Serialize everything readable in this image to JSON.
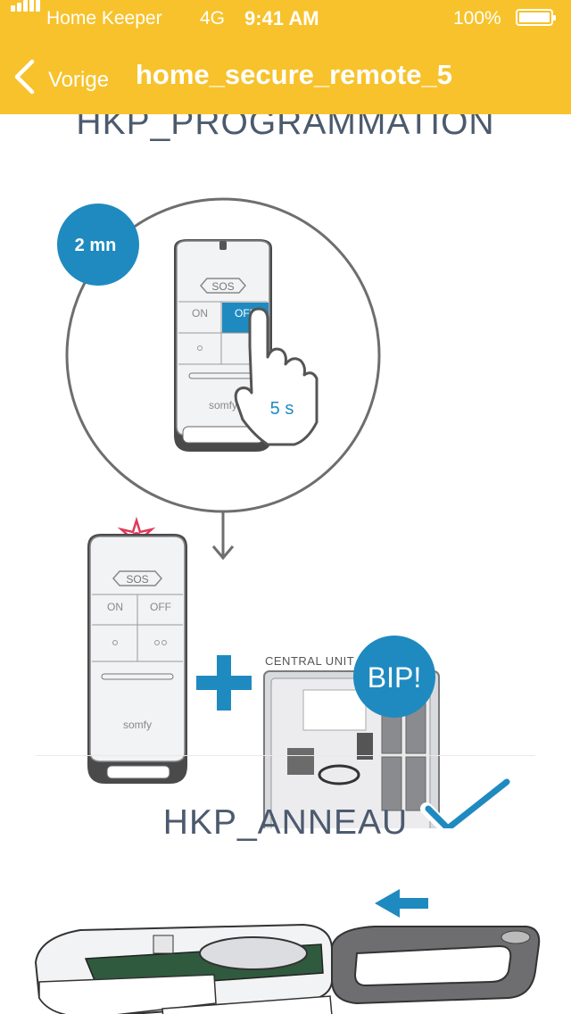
{
  "status_bar": {
    "carrier": "Home Keeper",
    "network": "4G",
    "time": "9:41 AM",
    "battery": "100%"
  },
  "nav": {
    "back_label": "Vorige",
    "title": "home_secure_remote_5"
  },
  "section1": {
    "title": "HKP_PROGRAMMATION",
    "badge": "2 mn",
    "hold_time": "5 s",
    "remote_buttons": {
      "sos": "SOS",
      "on": "ON",
      "off": "OFF"
    },
    "brand": "somfy",
    "central_unit_label": "CENTRAL UNIT",
    "bip_label": "BIP!",
    "colors": {
      "accent": "#1f8ac0",
      "title": "#4c5a6e",
      "flash": "#e03a5a"
    }
  },
  "section2": {
    "title": "HKP_ANNEAU"
  },
  "colors": {
    "header": "#f7c22b"
  }
}
